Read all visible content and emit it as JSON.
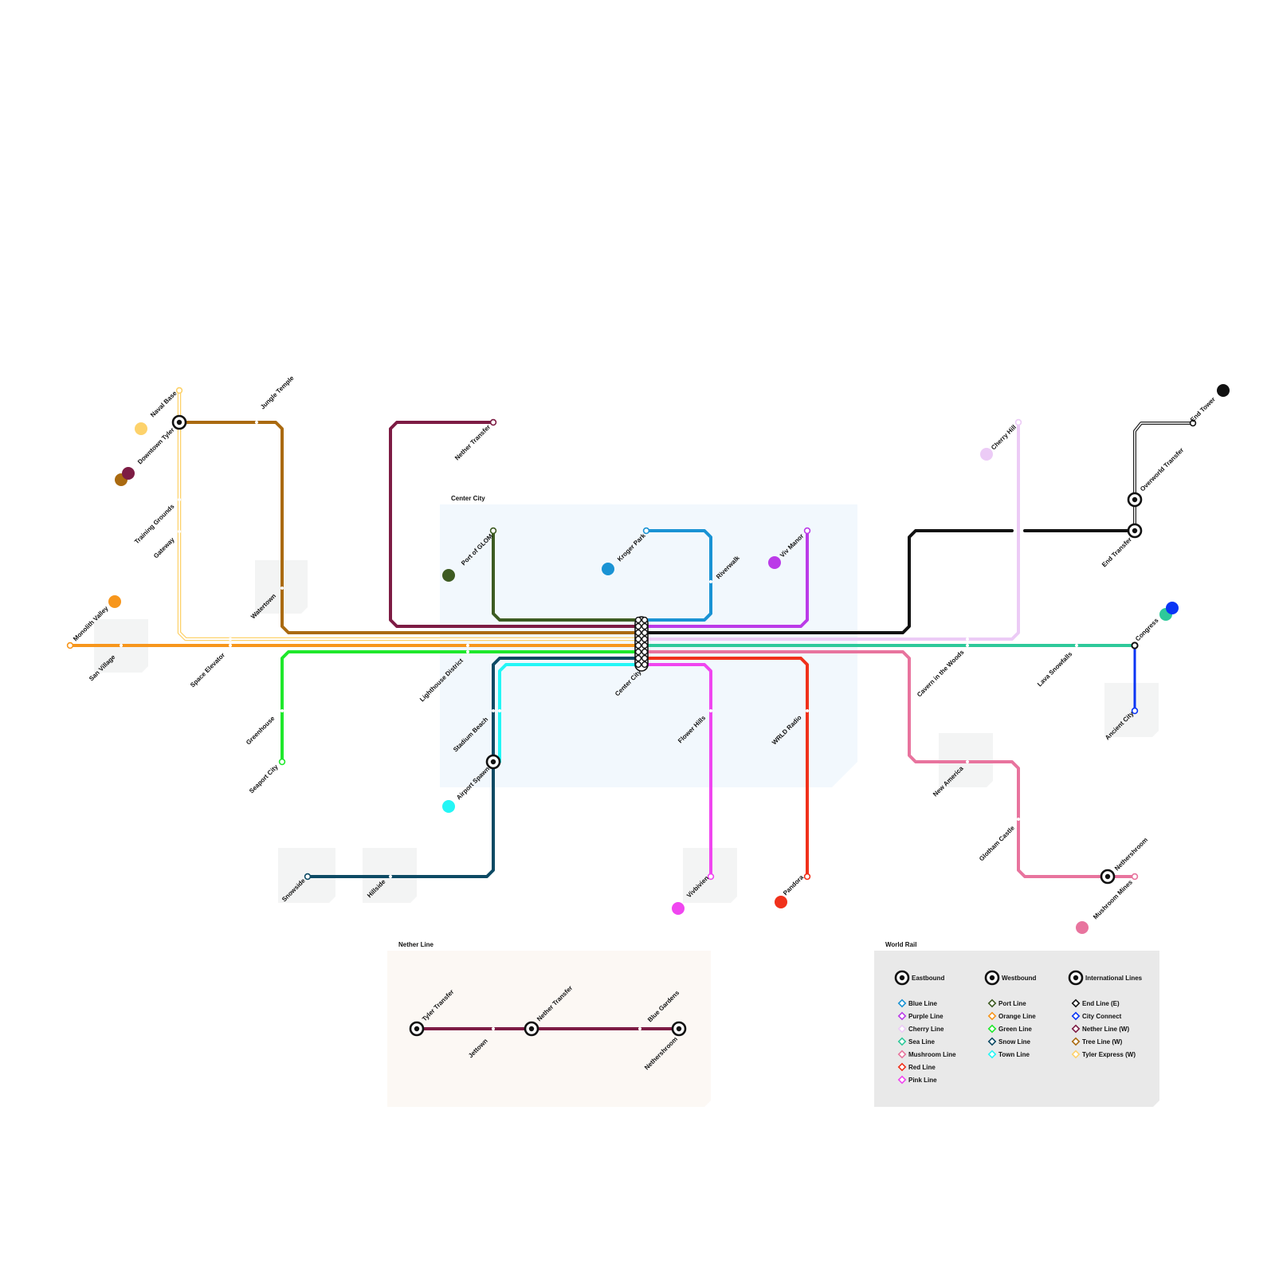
{
  "map": {
    "regions": {
      "center_city": "Center City",
      "nether_line": "Nether Line",
      "world_rail": "World Rail"
    },
    "lines": [
      {
        "id": "blue",
        "name": "Blue Line",
        "color": "#1a93d4"
      },
      {
        "id": "purple",
        "name": "Purple Line",
        "color": "#bb3be8"
      },
      {
        "id": "cherry",
        "name": "Cherry Line",
        "color": "#eccbf6"
      },
      {
        "id": "sea",
        "name": "Sea Line",
        "color": "#2ec99a"
      },
      {
        "id": "mushroom",
        "name": "Mushroom Line",
        "color": "#e8749e"
      },
      {
        "id": "red",
        "name": "Red Line",
        "color": "#f0311b"
      },
      {
        "id": "pink",
        "name": "Pink Line",
        "color": "#f046f0"
      },
      {
        "id": "port",
        "name": "Port Line",
        "color": "#3d5b22"
      },
      {
        "id": "orange",
        "name": "Orange Line",
        "color": "#f7961c"
      },
      {
        "id": "green",
        "name": "Green Line",
        "color": "#1fe82c"
      },
      {
        "id": "snow",
        "name": "Snow Line",
        "color": "#0d4a64"
      },
      {
        "id": "town",
        "name": "Town Line",
        "color": "#24f6f6"
      },
      {
        "id": "end",
        "name": "End Line (E)",
        "color": "#111111"
      },
      {
        "id": "city",
        "name": "City Connect",
        "color": "#0a35f5"
      },
      {
        "id": "nether",
        "name": "Nether Line (W)",
        "color": "#7d1c44"
      },
      {
        "id": "tree",
        "name": "Tree Line (W)",
        "color": "#aa6a10"
      },
      {
        "id": "tyler",
        "name": "Tyler Express (W)",
        "color": "#fdd26b"
      }
    ],
    "stations": {
      "naval_base": "Naval Base",
      "downtown_tyler": "Downtown Tyler",
      "jungle_temple": "Jungle Temple",
      "training_grounds": "Training Grounds",
      "gateway": "Gateway",
      "watertown": "Watertown",
      "monolith_valley": "Monolith Valley",
      "san_village": "San Village",
      "space_elevator": "Space Elevator",
      "greenhouse": "Greenhouse",
      "seaport_city": "Seaport City",
      "nether_transfer": "Nether Transfer",
      "port_of_glom": "Port of GLOM",
      "kroger_park": "Kroger Park",
      "riverwalk": "Riverwalk",
      "viv_manor": "Viv Manor",
      "lighthouse_district": "Lighthouse District",
      "center_city": "Center City",
      "stadium_beach": "Stadium Beach",
      "airport_spawn": "Airport Spawn",
      "flower_hills": "Flower Hills",
      "wrld_radio": "WRLD Radio",
      "snowside": "Snowside",
      "hillside": "Hillside",
      "vivbivien": "Vivbivien",
      "pandora": "Pandora",
      "cherry_hill": "Cherry Hill",
      "end_tower": "End Tower",
      "overworld_transfer": "Overworld Transfer",
      "end_transfer": "End Transfer",
      "congress": "Congress",
      "ancient_city": "Ancient City",
      "cavern_woods": "Cavern in the Woods",
      "lava_snowfalls": "Lava Snowfalls",
      "new_america": "New America",
      "glotham_castle": "Glotham Castle",
      "nethershroom": "Nethershroom",
      "mushroom_mines": "Mushroom Mines",
      "tyler_transfer": "Tyler Transfer",
      "jettown": "Jettown",
      "nether_transfer_2": "Nether Transfer",
      "blue_gardens": "Blue Gardens",
      "nethershroom_2": "Nethershroom"
    },
    "legend": {
      "headers": {
        "eastbound": "Eastbound",
        "westbound": "Westbound",
        "international": "International Lines"
      },
      "eastbound": [
        "Blue Line",
        "Purple Line",
        "Cherry Line",
        "Sea Line",
        "Mushroom Line",
        "Red Line",
        "Pink Line"
      ],
      "westbound": [
        "Port Line",
        "Orange Line",
        "Green Line",
        "Snow Line",
        "Town Line"
      ],
      "international": [
        "End Line (E)",
        "City Connect",
        "Nether Line (W)",
        "Tree Line (W)",
        "Tyler Express (W)"
      ]
    }
  }
}
